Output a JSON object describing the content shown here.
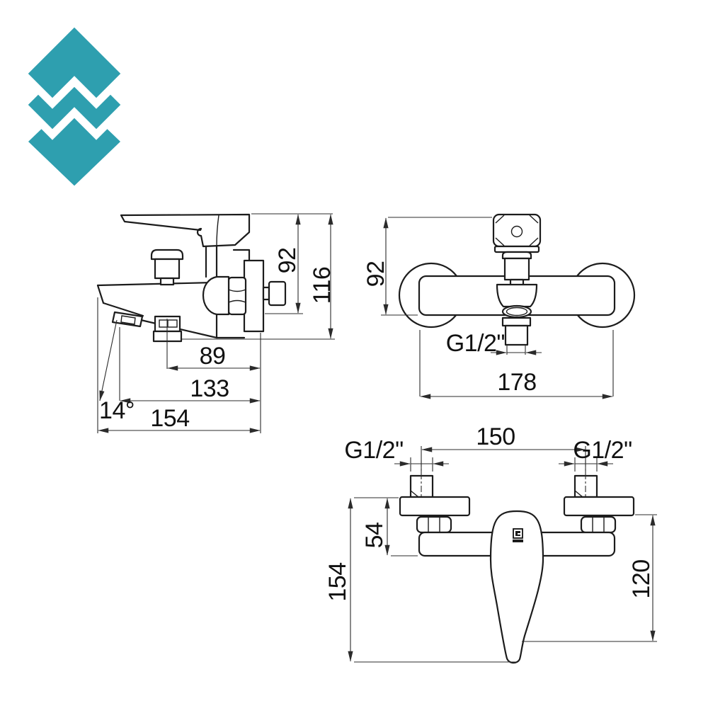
{
  "page": {
    "background": "#ffffff"
  },
  "logo": {
    "color": "#2E9FAF"
  },
  "dimensions": {
    "side_view": {
      "body_height": "92",
      "total_height": "116",
      "outlet_offset": "89",
      "aerator_offset": "133",
      "spout_reach": "154",
      "spout_angle": "14°"
    },
    "front_view": {
      "body_height": "92",
      "shower_outlet_thread": "G1/2\"",
      "body_width": "178"
    },
    "top_view": {
      "left_inlet_thread": "G1/2\"",
      "right_inlet_thread": "G1/2\"",
      "inlet_spacing": "150",
      "wall_to_body": "54",
      "flange_to_handle": "120",
      "wall_to_handle_tip": "154"
    }
  }
}
